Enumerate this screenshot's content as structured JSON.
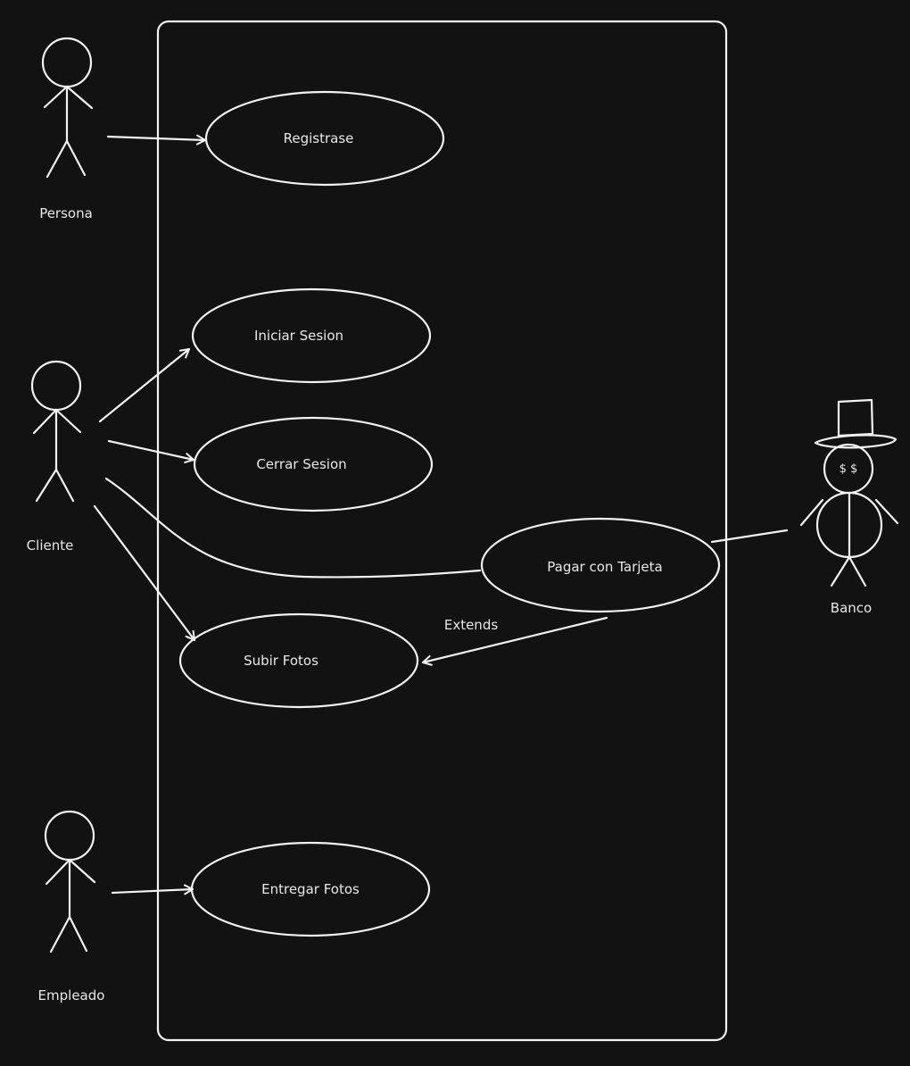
{
  "diagram": {
    "actors": {
      "persona": "Persona",
      "cliente": "Cliente",
      "empleado": "Empleado",
      "banco": "Banco",
      "banco_face": "$ $"
    },
    "use_cases": {
      "registrase": "Registrase",
      "iniciar_sesion": "Iniciar Sesion",
      "cerrar_sesion": "Cerrar Sesion",
      "pagar_con_tarjeta": "Pagar con Tarjeta",
      "subir_fotos": "Subir Fotos",
      "entregar_fotos": "Entregar Fotos"
    },
    "relations": {
      "extends_label": "Extends"
    },
    "colors": {
      "background": "#121212",
      "stroke": "#f2f2f2"
    }
  }
}
